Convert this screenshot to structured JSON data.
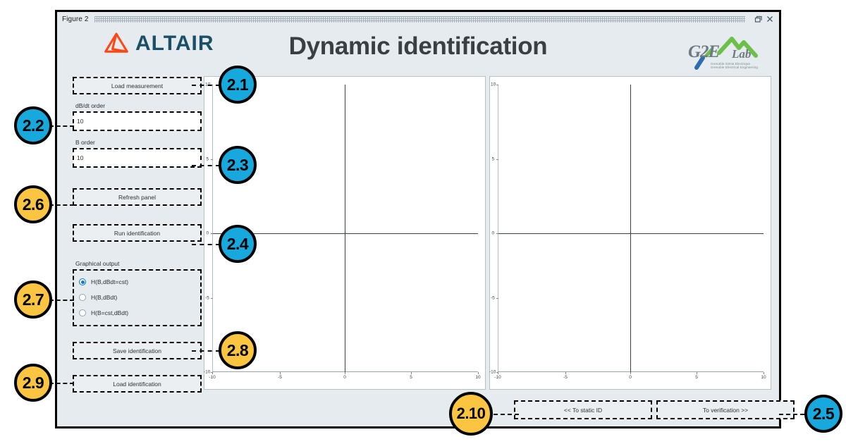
{
  "window": {
    "titlebar_label": "Figure 2",
    "restore_icon": "restore-window-icon",
    "close_icon": "close-window-icon"
  },
  "header": {
    "app_title": "Dynamic identification",
    "altair_logo_text": "ALTAIR",
    "altair_mark_icon": "altair-triangle-icon",
    "g2elab": {
      "name": "G2E",
      "lab": "Lab",
      "tagline_fr": "Grenoble Génie Electrique",
      "tagline_en": "Grenoble Electrical Engineering",
      "mountain_icon": "green-mountain-icon"
    }
  },
  "controls": {
    "load_measurement_label": "Load measurement",
    "dbdt_order_label": "dB/dt order",
    "dbdt_order_value": "10",
    "b_order_label": "B order",
    "b_order_value": "10",
    "refresh_panel_label": "Refresh panel",
    "run_identification_label": "Run identification",
    "graphical_output_label": "Graphical output",
    "radio_options": [
      {
        "label": "H(B,dBdt=cst)",
        "selected": true
      },
      {
        "label": "H(B,dBdt)",
        "selected": false
      },
      {
        "label": "H(B=cst,dBdt)",
        "selected": false
      }
    ],
    "save_identification_label": "Save identification",
    "load_identification_label": "Load identification"
  },
  "navigation": {
    "to_static_label": "<< To static ID",
    "to_verification_label": "To verification >>"
  },
  "chart_data": [
    {
      "id": "plot-left",
      "type": "line",
      "title": "",
      "xlabel": "",
      "ylabel": "",
      "xlim": [
        -10,
        10
      ],
      "ylim": [
        -10,
        10
      ],
      "xticks": [
        -10,
        -5,
        0,
        5,
        10
      ],
      "yticks": [
        -10,
        -5,
        0,
        5,
        10
      ],
      "xticklabels": [
        "-10",
        "-5",
        "0",
        "5",
        "10"
      ],
      "yticklabels": [
        "-10",
        "-5",
        "0",
        "5",
        "10"
      ],
      "series": [],
      "grid": false,
      "legend": "none",
      "note": "empty axes with crosshair at origin"
    },
    {
      "id": "plot-right",
      "type": "line",
      "title": "",
      "xlabel": "",
      "ylabel": "",
      "xlim": [
        -10,
        10
      ],
      "ylim": [
        -10,
        10
      ],
      "xticks": [
        -10,
        -5,
        0,
        5,
        10
      ],
      "yticks": [
        -10,
        -5,
        0,
        5,
        10
      ],
      "xticklabels": [
        "-10",
        "-5",
        "0",
        "5",
        "10"
      ],
      "yticklabels": [
        "-10",
        "-5",
        "0",
        "5",
        "10"
      ],
      "series": [],
      "grid": false,
      "legend": "none",
      "note": "empty axes with crosshair at origin"
    }
  ],
  "callouts": [
    {
      "id": "c21",
      "label": "2.1",
      "color": "blue"
    },
    {
      "id": "c22",
      "label": "2.2",
      "color": "blue"
    },
    {
      "id": "c23",
      "label": "2.3",
      "color": "blue"
    },
    {
      "id": "c24",
      "label": "2.4",
      "color": "blue"
    },
    {
      "id": "c25",
      "label": "2.5",
      "color": "blue"
    },
    {
      "id": "c26",
      "label": "2.6",
      "color": "yellow"
    },
    {
      "id": "c27",
      "label": "2.7",
      "color": "yellow"
    },
    {
      "id": "c28",
      "label": "2.8",
      "color": "yellow"
    },
    {
      "id": "c29",
      "label": "2.9",
      "color": "yellow"
    },
    {
      "id": "c210",
      "label": "2.10",
      "color": "yellow"
    }
  ],
  "colors": {
    "callout_blue": "#17a9dd",
    "callout_yellow": "#fbc541",
    "altair_orange": "#ff4713",
    "altair_teal": "#1a4f66",
    "panel_bg": "#e5ebee",
    "radio_accent": "#1478d4"
  }
}
